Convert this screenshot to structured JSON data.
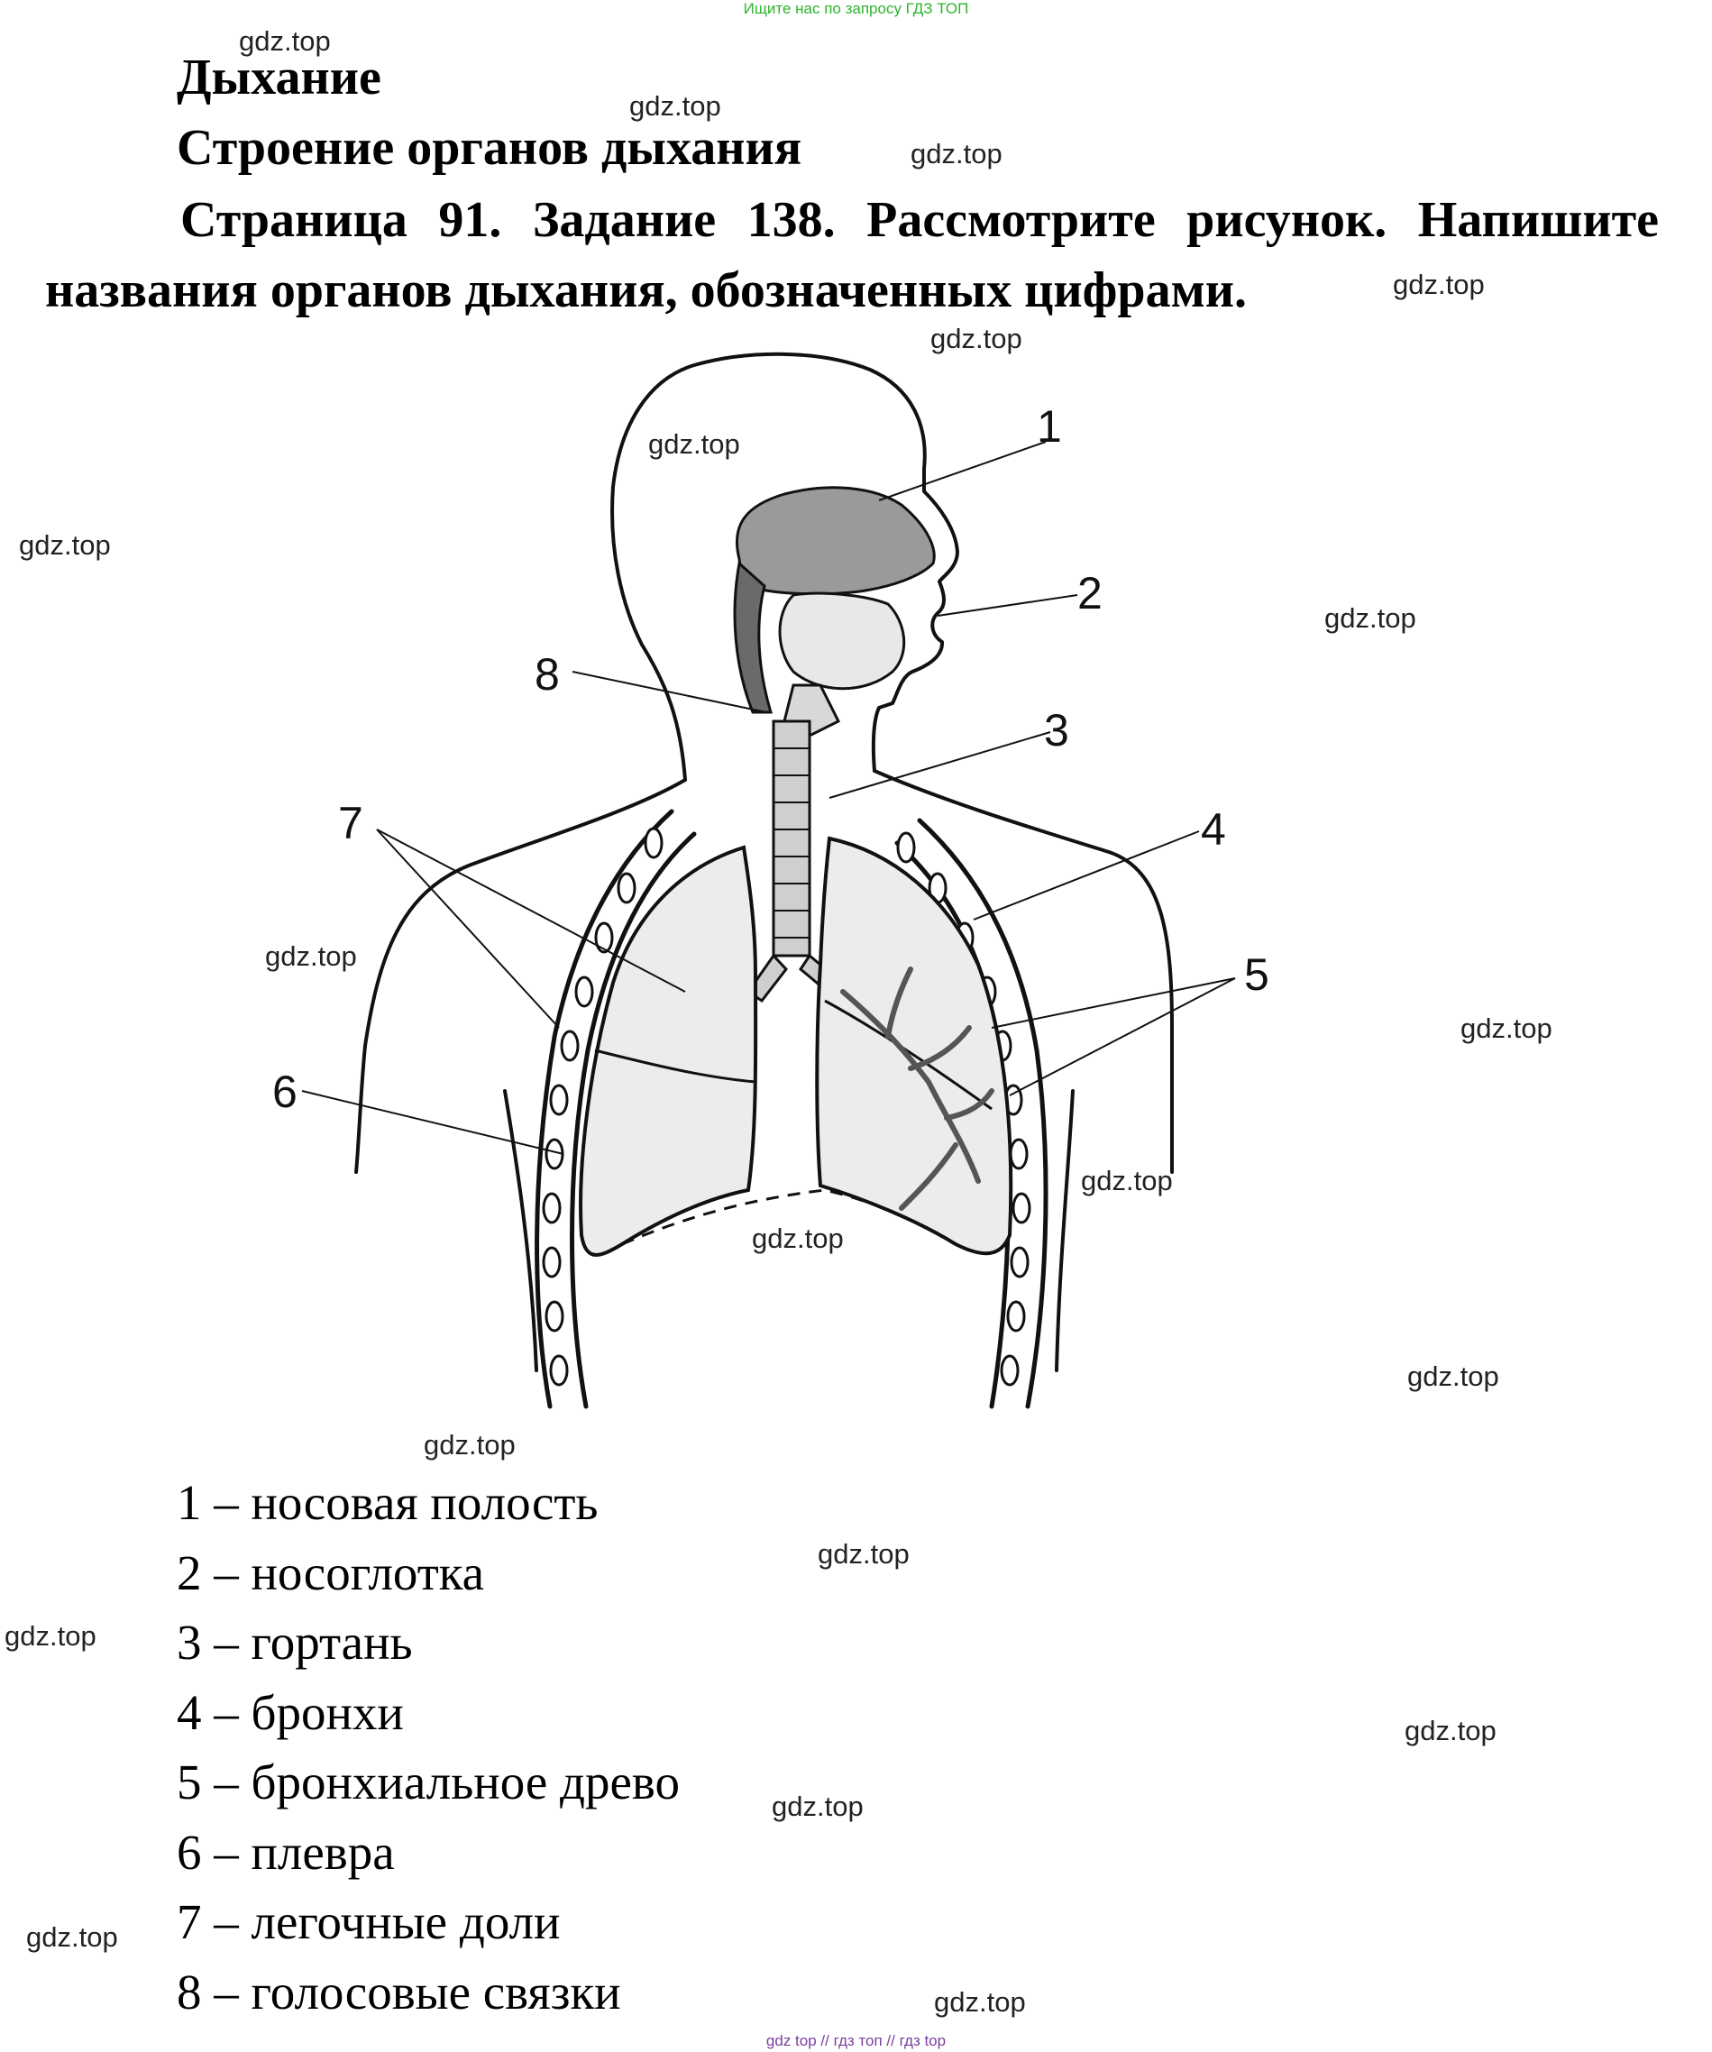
{
  "top_note": "Ищите нас по запросу ГДЗ ТОП",
  "heading1": "Дыхание",
  "heading2": "Строение органов дыхания",
  "task": "Страница 91. Задание 138. Рассмотрите рисунок. Напишите названия органов дыхания, обозначенных цифрами.",
  "figure_labels": [
    "1",
    "2",
    "3",
    "4",
    "5",
    "6",
    "7",
    "8"
  ],
  "answers": [
    {
      "num": "1",
      "text": "– носовая полость"
    },
    {
      "num": "2",
      "text": "– носоглотка"
    },
    {
      "num": "3",
      "text": "– гортань"
    },
    {
      "num": "4",
      "text": "– бронхи"
    },
    {
      "num": "5",
      "text": "– бронхиальное древо"
    },
    {
      "num": "6",
      "text": "– плевра"
    },
    {
      "num": "7",
      "text": "– легочные доли"
    },
    {
      "num": "8",
      "text": "– голосовые связки"
    }
  ],
  "watermark": "gdz.top",
  "bottom_note": "gdz top // гдз топ // гдз top"
}
